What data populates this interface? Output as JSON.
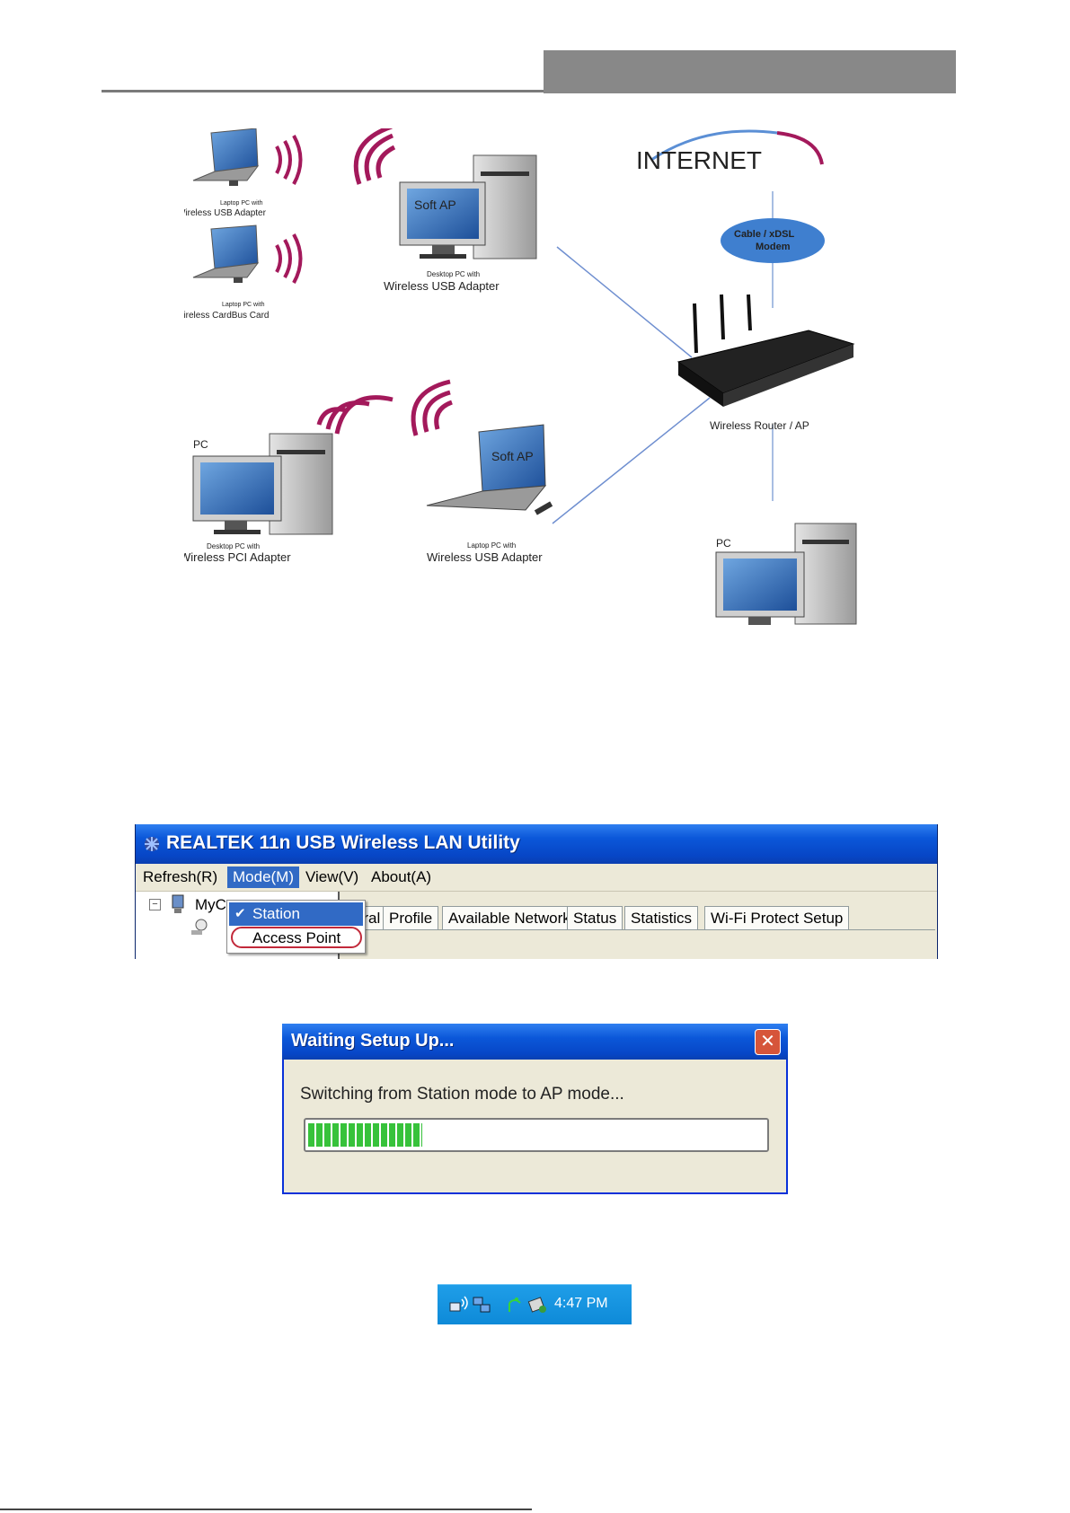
{
  "diagram": {
    "internet_label": "INTERNET",
    "modem_label": [
      "Cable / xDSL",
      "Modem"
    ],
    "soft_ap_label": "Soft AP",
    "router_label": "Wireless Router / AP",
    "pc_label": "PC",
    "laptop_usb_small": "Laptop PC with",
    "laptop_usb_big": "Wireless USB Adapter",
    "laptop_cardbus_small": "Laptop PC with",
    "laptop_cardbus_big": "Wireless CardBus Card",
    "desktop_usb_small": "Desktop PC with",
    "desktop_usb_big": "Wireless USB Adapter",
    "desktop_pci_small": "Desktop PC with",
    "desktop_pci_big": "Wireless PCI Adapter",
    "laptop_softap_small": "Laptop PC with",
    "laptop_softap_big": "Wireless USB Adapter",
    "accent_color": "#a3195b"
  },
  "utility": {
    "title": "REALTEK 11n USB Wireless LAN Utility",
    "menu": [
      "Refresh(R)",
      "Mode(M)",
      "View(V)",
      "About(A)"
    ],
    "tree_root": "MyC",
    "tabs": [
      "eneral",
      "Profile",
      "Available Network",
      "Status",
      "Statistics",
      "Wi-Fi Protect Setup"
    ],
    "mode_menu": {
      "selected": "Station",
      "other": "Access Point"
    }
  },
  "dialog": {
    "title": "Waiting Setup Up...",
    "message": "Switching from Station mode to AP mode...",
    "progress": 0.25,
    "close_glyph": "✕"
  },
  "tray": {
    "time": "4:47 PM"
  }
}
